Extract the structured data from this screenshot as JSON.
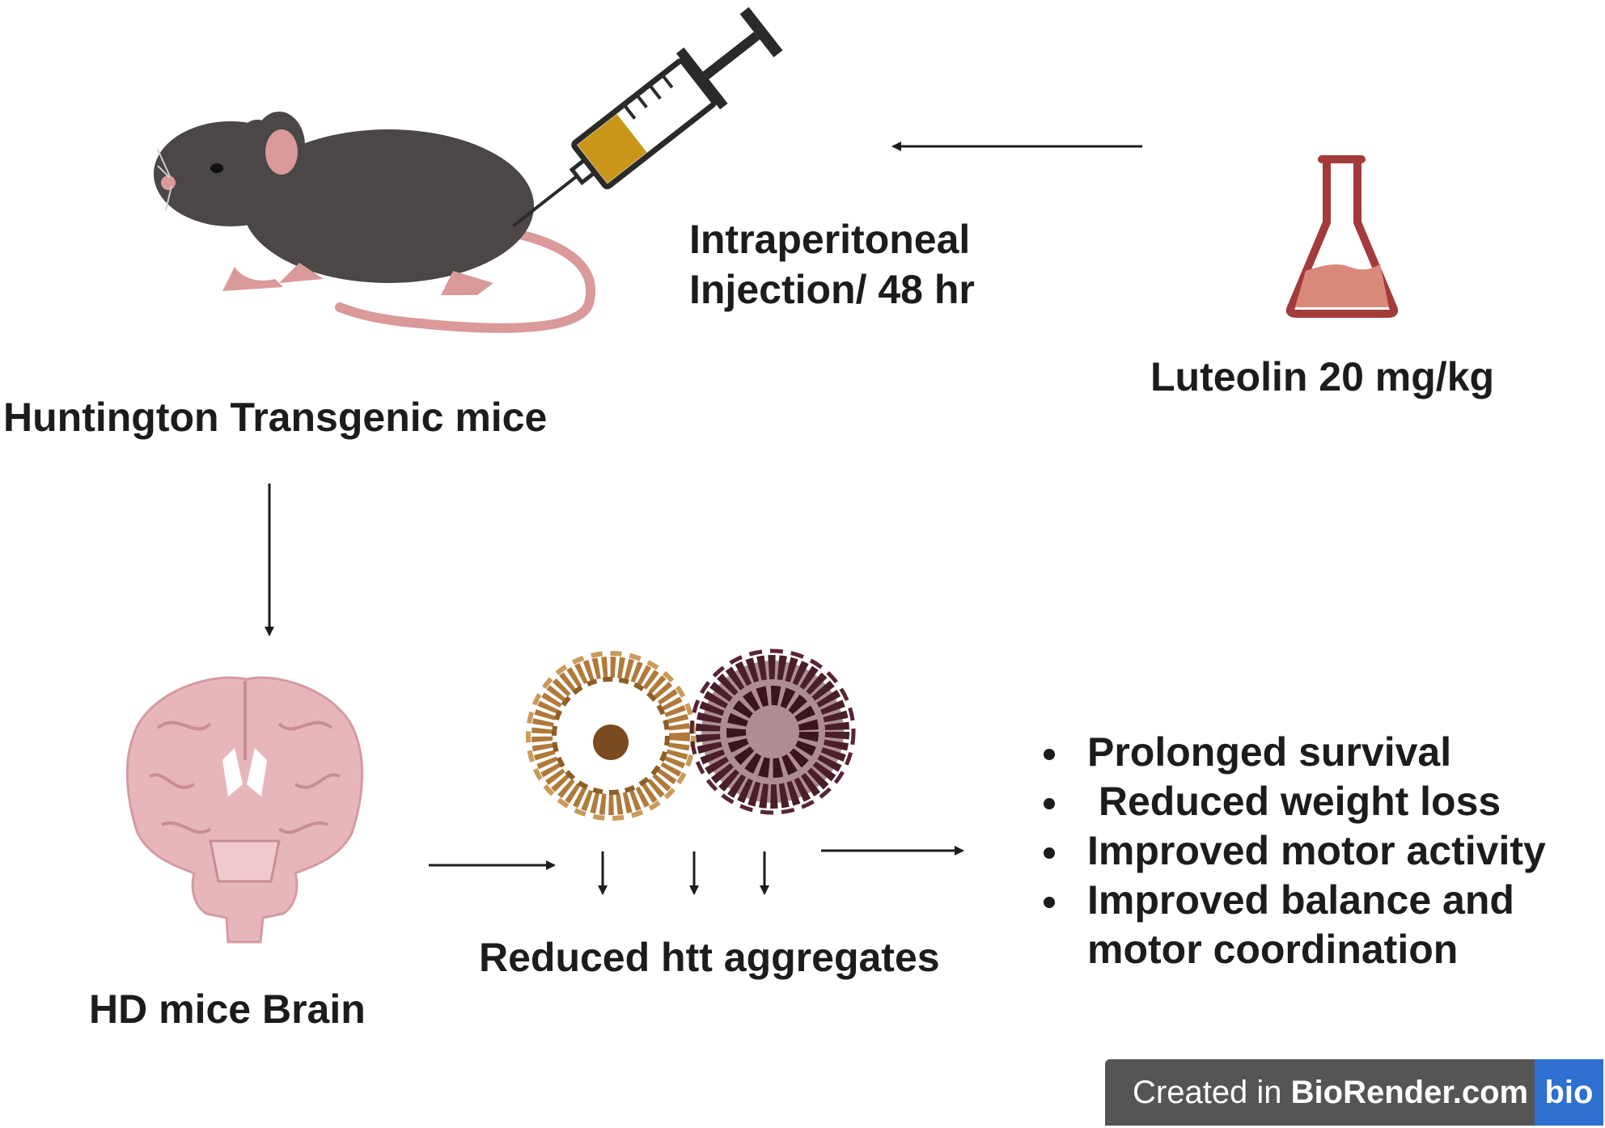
{
  "labels": {
    "mice": "Huntington Transgenic mice",
    "injection_line1": "Intraperitoneal",
    "injection_line2": "Injection/ 48 hr",
    "drug": "Luteolin 20 mg/kg",
    "brain": "HD mice Brain",
    "aggregates": "Reduced htt aggregates"
  },
  "benefits": [
    "Prolonged survival",
    " Reduced weight loss",
    "Improved motor activity",
    "Improved balance and"
  ],
  "benefits_continuation": "motor coordination",
  "badge": {
    "prefix": "Created in ",
    "brand": "BioRender.com",
    "logo": "bio"
  },
  "icons": [
    "mouse-icon",
    "syringe-icon",
    "flask-icon",
    "brain-icon",
    "fibril-aggregate-icon",
    "arrow-icon"
  ],
  "colors": {
    "mouse_body": "#4a4746",
    "mouse_pink": "#d99a99",
    "syringe_fill": "#c9961a",
    "flask_outline": "#a33b3b",
    "flask_liquid": "#d9897a",
    "brain": "#e7b6bb",
    "fibril_brown": "#b07a3a",
    "fibril_dark": "#4a1f2a",
    "badge_bg": "#555555",
    "badge_logo": "#2f6fd0"
  }
}
